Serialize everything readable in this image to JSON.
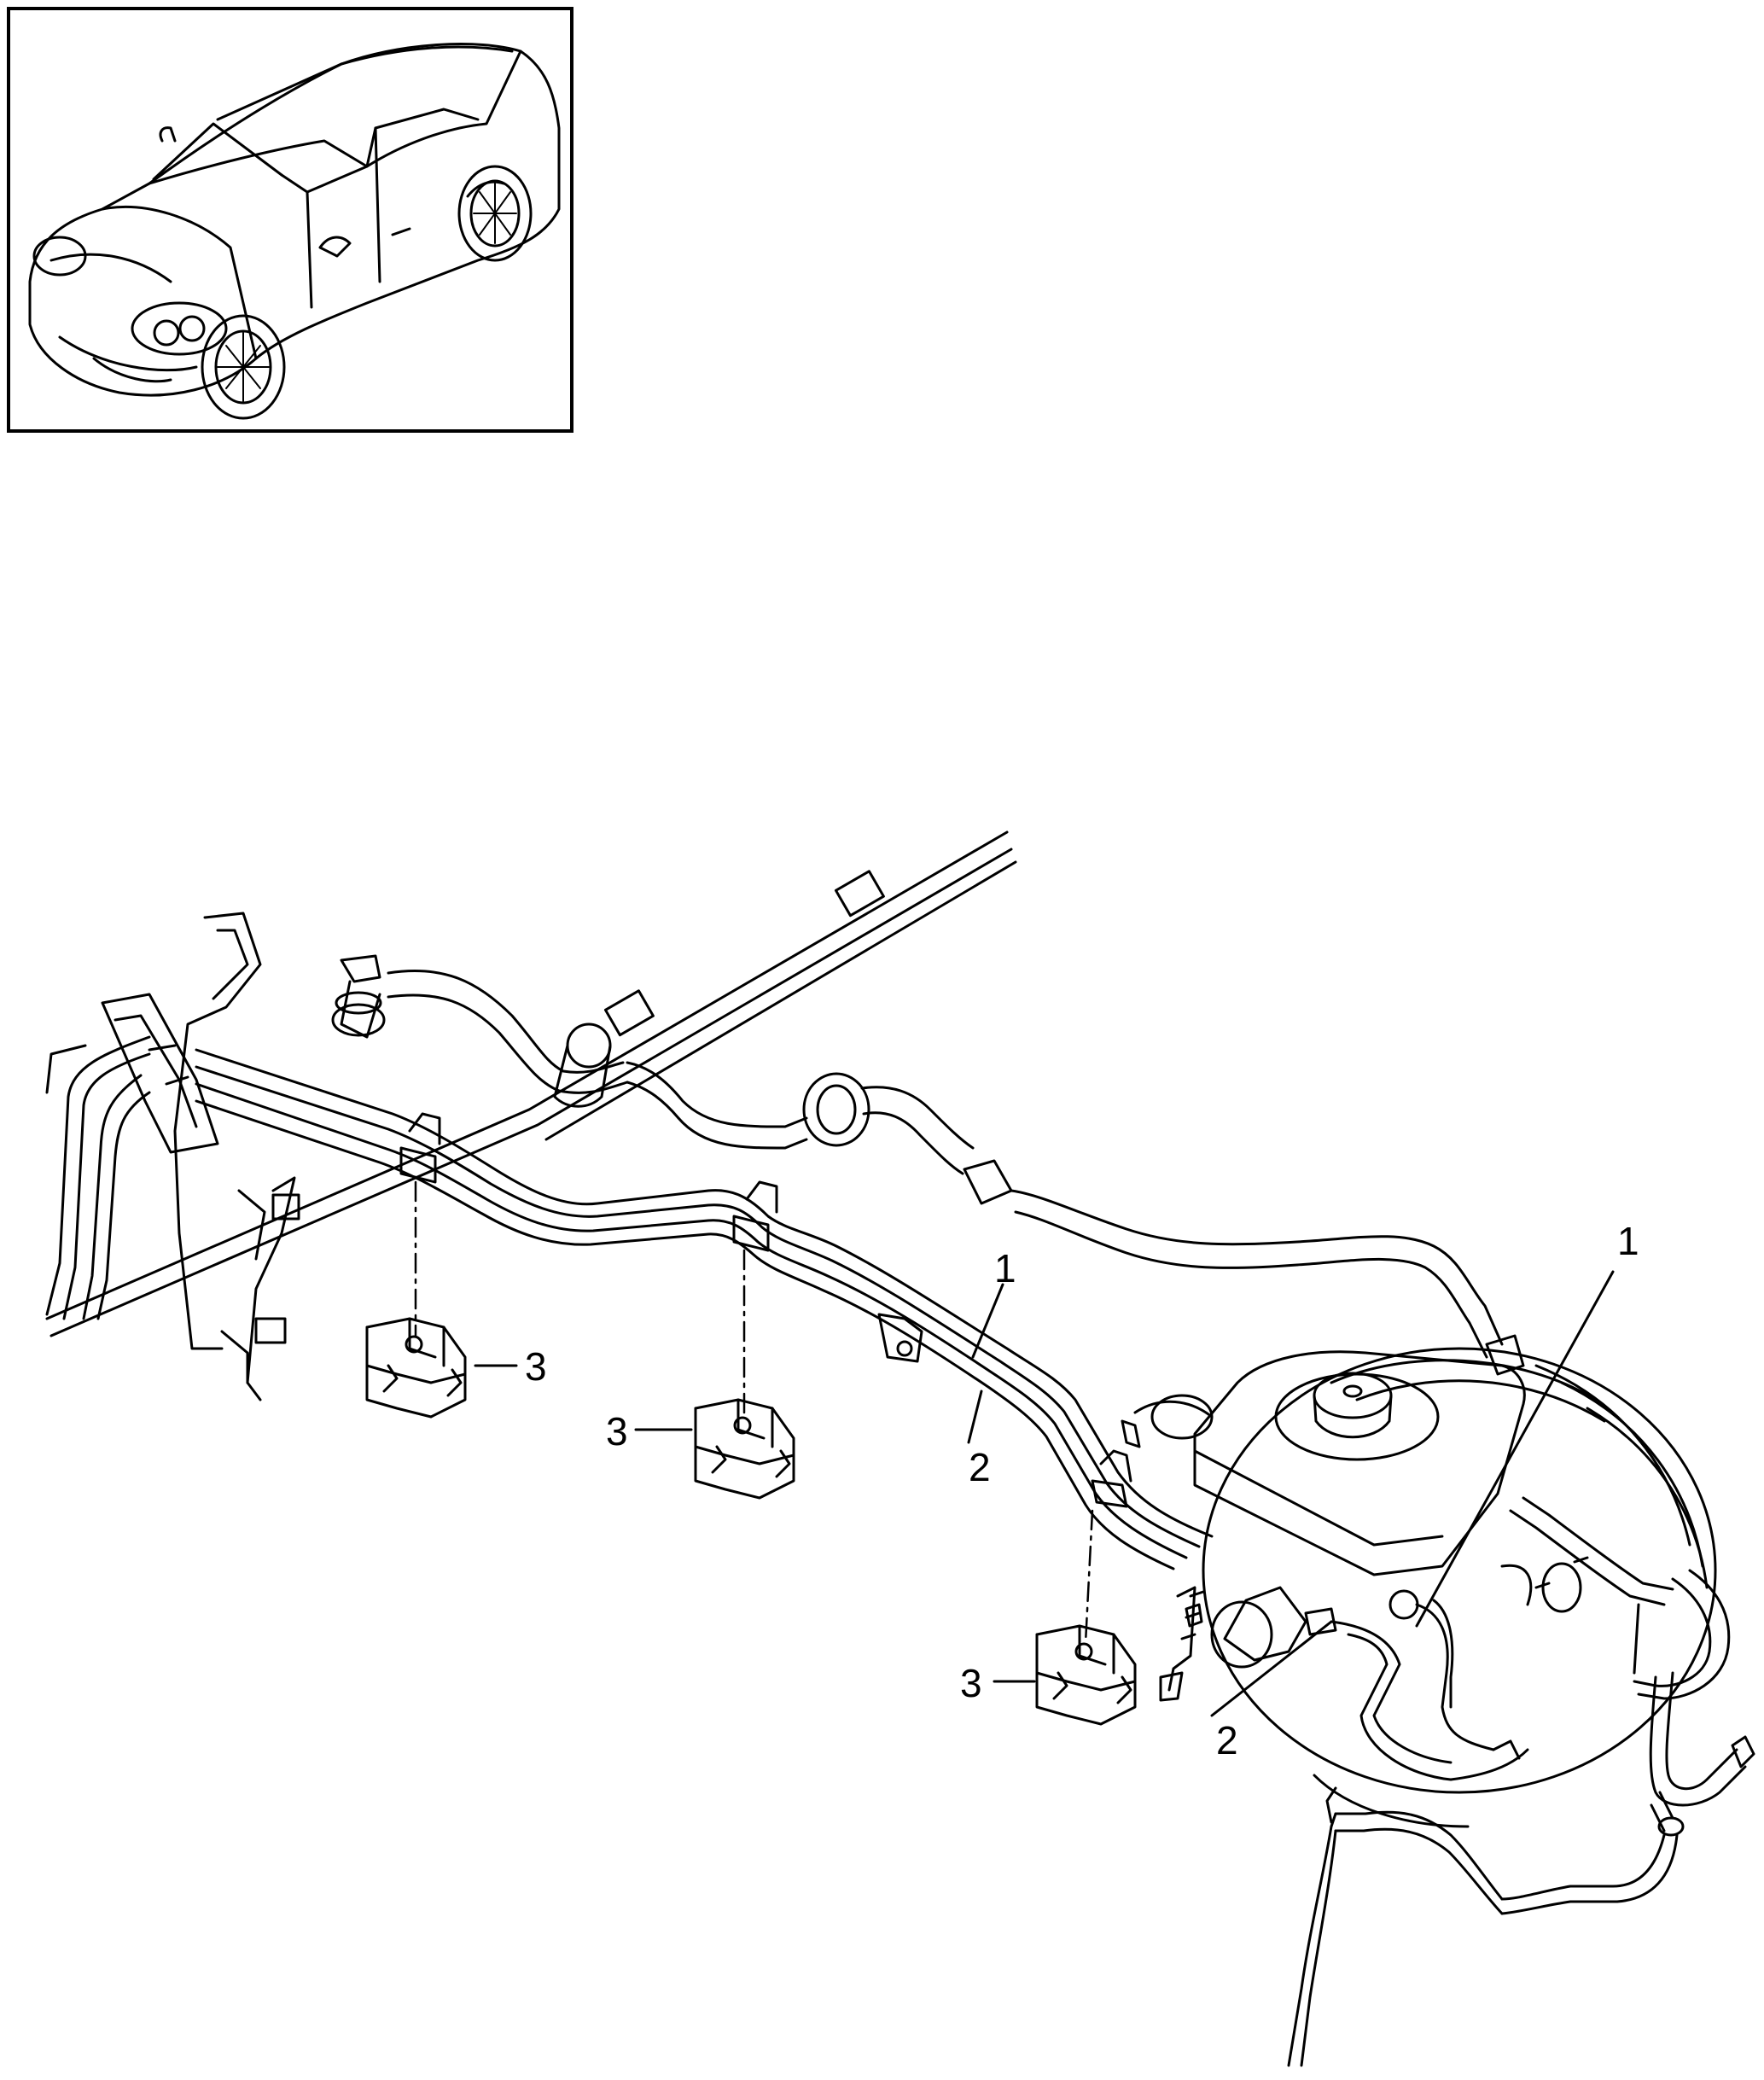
{
  "callouts": {
    "c1a": "1",
    "c1b": "1",
    "c2a": "2",
    "c2b": "2",
    "c3a": "3",
    "c3b": "3",
    "c3c": "3"
  },
  "colors": {
    "ink": "#000000",
    "paper": "#ffffff"
  },
  "icons": {
    "thumbnail": "car-thumbnail-icon"
  }
}
